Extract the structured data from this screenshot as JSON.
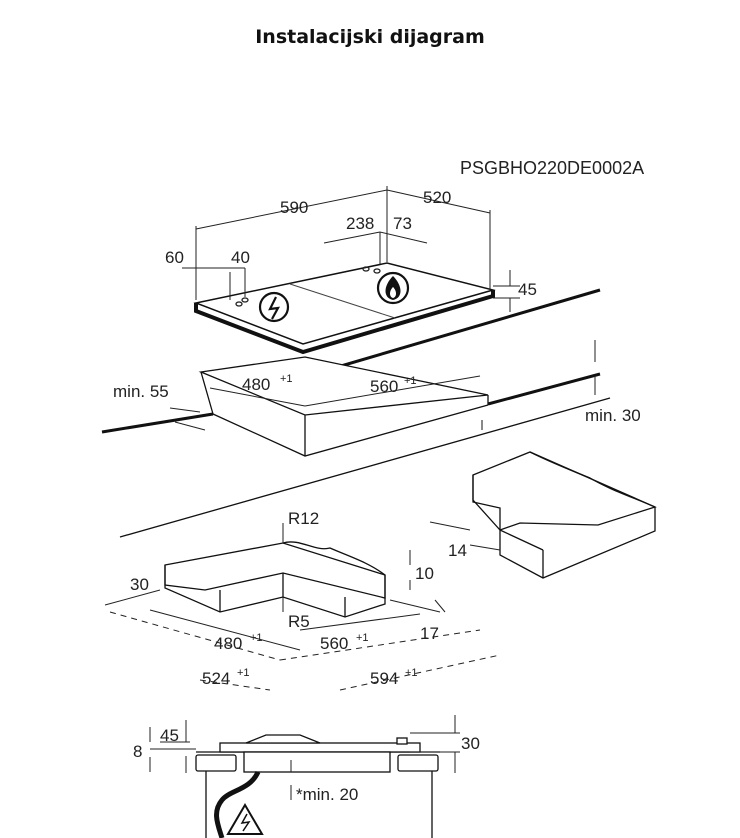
{
  "title": "Instalacijski dijagram",
  "model_code": "PSGBHO220DE0002A",
  "hob_dims": {
    "width": "590",
    "depth": "520",
    "offset_a": "238",
    "offset_b": "73",
    "left_a": "60",
    "left_b": "40",
    "height": "45"
  },
  "cutout_dims": {
    "depth": "480",
    "width": "560",
    "tol": "+1",
    "min_front": "min. 55",
    "min_back": "min. 30"
  },
  "seal_dims": {
    "radius_outer": "R12",
    "radius_inner": "R5",
    "margin": "30",
    "thickness": "10",
    "inner_depth": "480",
    "inner_width": "560",
    "tol": "+1",
    "outer_depth": "524",
    "outer_width": "594",
    "side": "17",
    "corner": "14"
  },
  "section_dims": {
    "top_gap": "45",
    "glass": "8",
    "right_gap": "30",
    "min_clearance": "*min. 20"
  }
}
